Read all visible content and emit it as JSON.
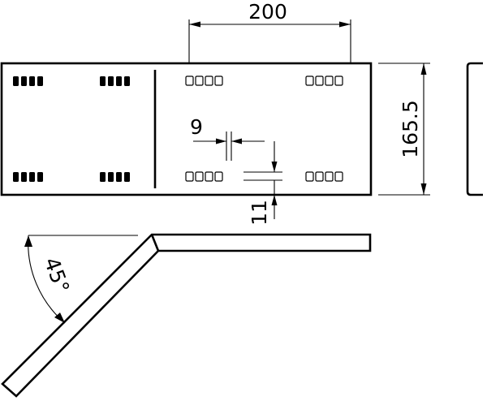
{
  "dimensions": {
    "top_width": "200",
    "height": "165.5",
    "slot_spacing": "9",
    "edge_offset": "11",
    "angle": "45°"
  },
  "colors": {
    "line": "#000000",
    "background": "#ffffff"
  },
  "views": [
    {
      "name": "plan-view"
    },
    {
      "name": "side-profile-view"
    },
    {
      "name": "bent-profile-view"
    }
  ]
}
